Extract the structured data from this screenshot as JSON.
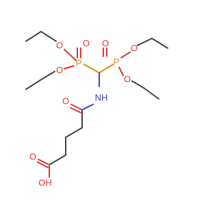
{
  "colors": {
    "carbon": "#404040",
    "oxygen": "#e53030",
    "phosphorus": "#e08a1c",
    "nitrogen": "#3040d8"
  },
  "atoms": {
    "p_left": "P",
    "p_right": "P",
    "o_p1_double": "O",
    "o_p1_ethoxy_top": "O",
    "o_p1_ethoxy_bottom": "O",
    "o_p2_double": "O",
    "o_p2_ethoxy_top": "O",
    "o_p2_ethoxy_bottom": "O",
    "n_amide": "NH",
    "o_amide": "O",
    "o_acid_double": "O",
    "o_acid_hydroxyl": "OH"
  }
}
